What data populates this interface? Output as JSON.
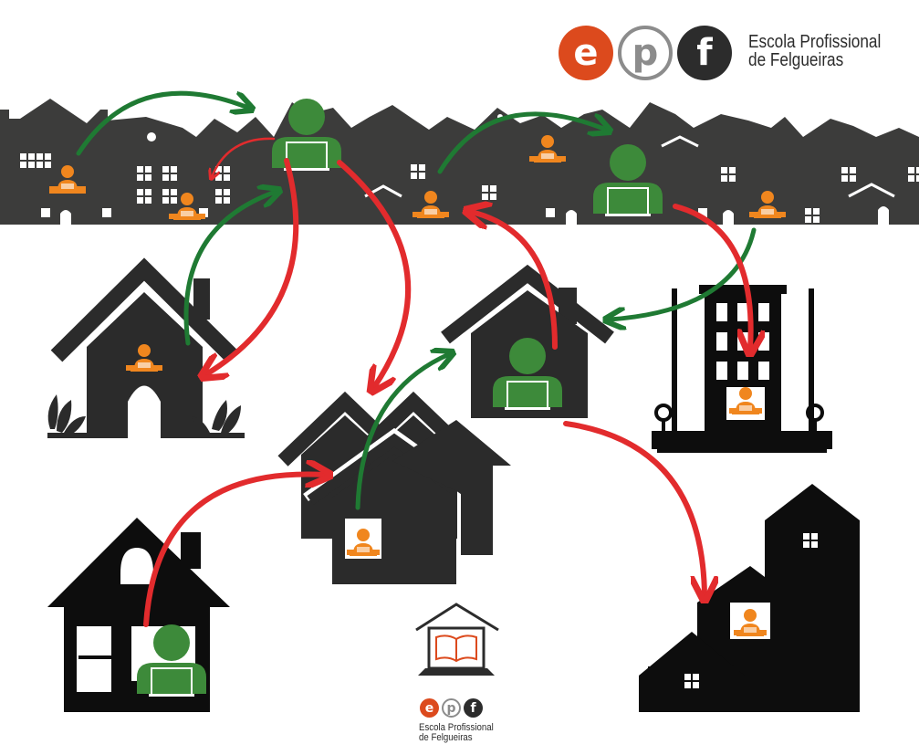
{
  "brand": {
    "line1": "Escola Profissional",
    "line2": "de Felgueiras",
    "letters": {
      "e": "e",
      "p": "p",
      "f": "f"
    },
    "colors": {
      "orange": "#dc4a1d",
      "grey": "#8c8c8c",
      "dark": "#2c2c2c"
    }
  },
  "bottom_brand": {
    "line1": "Escola Profissional",
    "line2": "de Felgueiras",
    "icon": "laptop-house-book-icon"
  },
  "palette": {
    "skyline": "#3c3c3b",
    "house_dark": "#2b2b2b",
    "house_black": "#0d0d0d",
    "worker_orange": "#f0861e",
    "worker_green": "#3d8a3a",
    "arrow_red": "#e22b2d",
    "arrow_green": "#1f7a33"
  },
  "scene": {
    "description_icons": [
      "skyline-icon",
      "house-icon",
      "building-icon",
      "remote-worker-icon",
      "connection-arrow-icon"
    ]
  }
}
